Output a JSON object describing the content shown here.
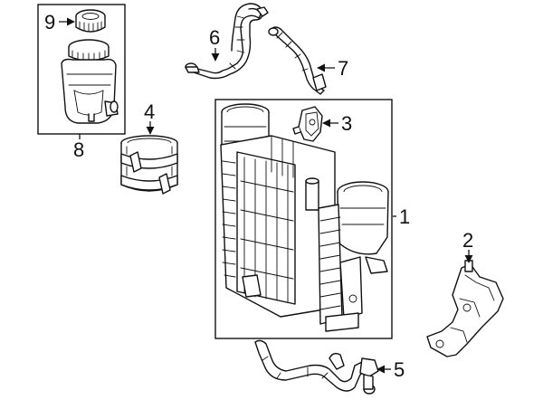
{
  "callouts": {
    "n1": "1",
    "n2": "2",
    "n3": "3",
    "n4": "4",
    "n5": "5",
    "n6": "6",
    "n7": "7",
    "n8": "8",
    "n9": "9"
  }
}
